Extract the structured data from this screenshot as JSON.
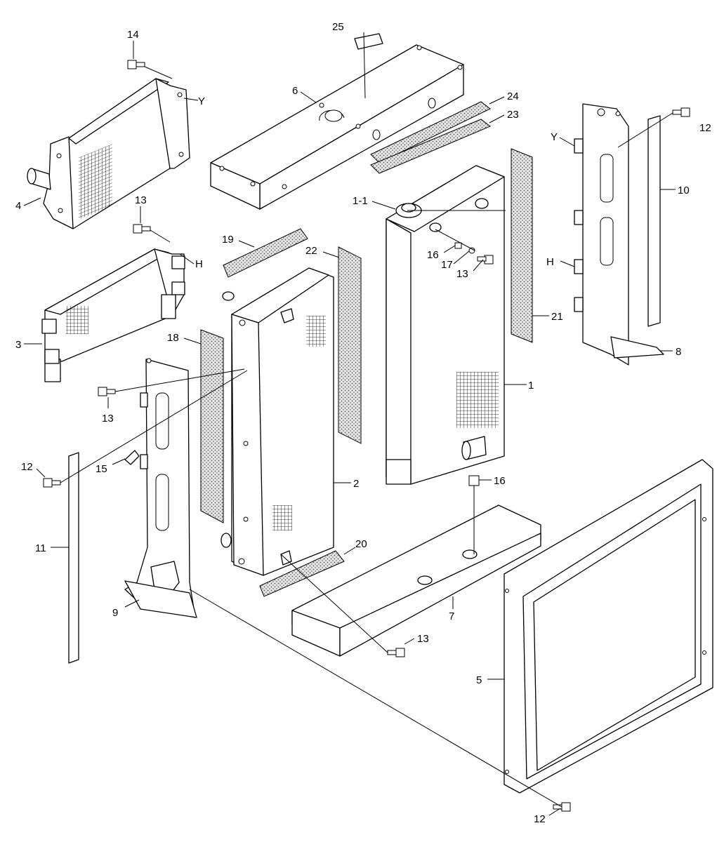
{
  "callouts": [
    {
      "id": "c14",
      "text": "14"
    },
    {
      "id": "cY1",
      "text": "Y"
    },
    {
      "id": "c4",
      "text": "4"
    },
    {
      "id": "c13a",
      "text": "13"
    },
    {
      "id": "cH1",
      "text": "H"
    },
    {
      "id": "c3",
      "text": "3"
    },
    {
      "id": "c25",
      "text": "25"
    },
    {
      "id": "c6",
      "text": "6"
    },
    {
      "id": "c24",
      "text": "24"
    },
    {
      "id": "c23",
      "text": "23"
    },
    {
      "id": "c1-1",
      "text": "1-1"
    },
    {
      "id": "c16a",
      "text": "16"
    },
    {
      "id": "c17",
      "text": "17"
    },
    {
      "id": "c13b",
      "text": "13"
    },
    {
      "id": "c19",
      "text": "19"
    },
    {
      "id": "c22",
      "text": "22"
    },
    {
      "id": "c18",
      "text": "18"
    },
    {
      "id": "c21",
      "text": "21"
    },
    {
      "id": "c1",
      "text": "1"
    },
    {
      "id": "cY2",
      "text": "Y"
    },
    {
      "id": "c12a",
      "text": "12"
    },
    {
      "id": "c10",
      "text": "10"
    },
    {
      "id": "cH2",
      "text": "H"
    },
    {
      "id": "c8",
      "text": "8"
    },
    {
      "id": "c13c",
      "text": "13"
    },
    {
      "id": "c12b",
      "text": "12"
    },
    {
      "id": "c15",
      "text": "15"
    },
    {
      "id": "c11",
      "text": "11"
    },
    {
      "id": "c2",
      "text": "2"
    },
    {
      "id": "c16b",
      "text": "16"
    },
    {
      "id": "c20",
      "text": "20"
    },
    {
      "id": "c7",
      "text": "7"
    },
    {
      "id": "c9",
      "text": "9"
    },
    {
      "id": "c13d",
      "text": "13"
    },
    {
      "id": "c5",
      "text": "5"
    },
    {
      "id": "c12c",
      "text": "12"
    }
  ]
}
